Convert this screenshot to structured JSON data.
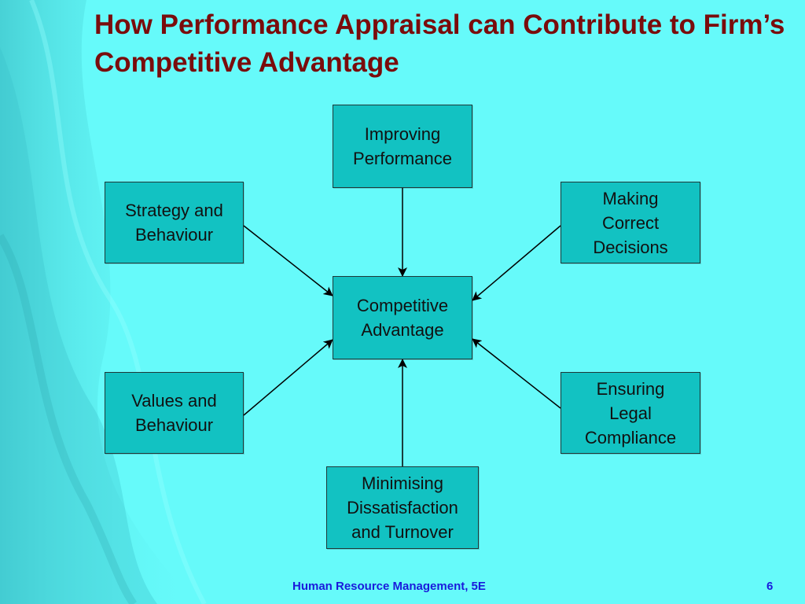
{
  "slide": {
    "title": "How Performance Appraisal can Contribute to Firm’s Competitive Advantage",
    "footer": "Human Resource Management, 5E",
    "page_number": "6"
  },
  "diagram": {
    "center": "Competitive\nAdvantage",
    "contributors": {
      "improving_performance": "Improving\nPerformance",
      "strategy_behaviour": "Strategy and\nBehaviour",
      "making_decisions": "Making\nCorrect\nDecisions",
      "values_behaviour": "Values and\nBehaviour",
      "legal_compliance": "Ensuring\nLegal\nCompliance",
      "minimising_dissatisfaction": "Minimising\nDissatisfaction\nand Turnover"
    }
  },
  "colors": {
    "background": "#66fafa",
    "node_fill": "#12c2c2",
    "title": "#7a0c0c",
    "footer": "#1a1adb"
  }
}
